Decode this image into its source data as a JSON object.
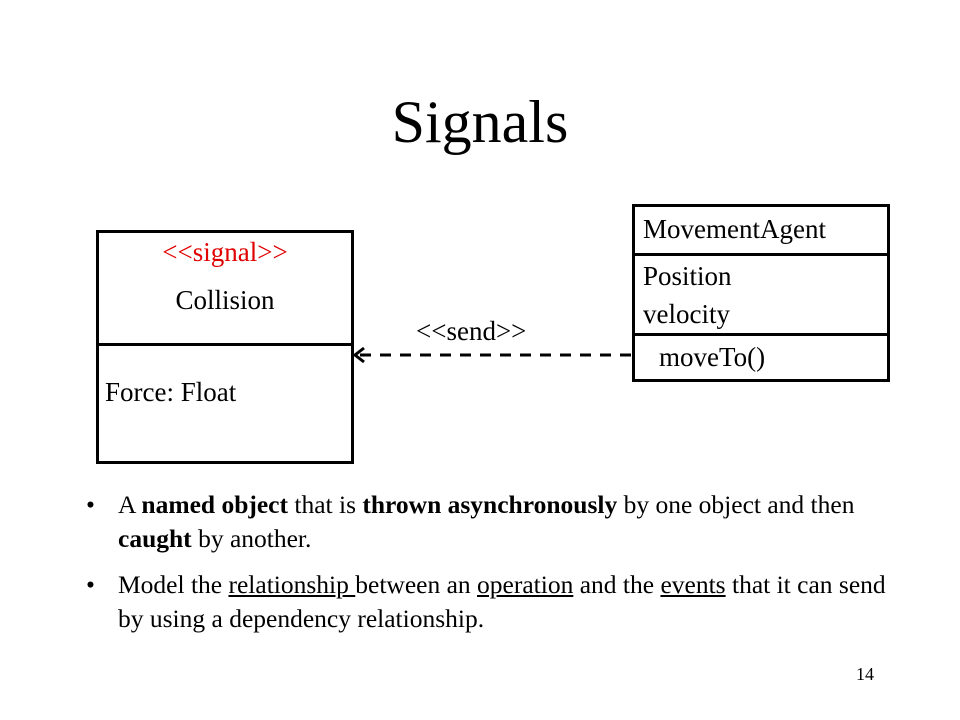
{
  "title": "Signals",
  "signal_class": {
    "stereotype": "<<signal>>",
    "stereotype_color": "#e00000",
    "name": "Collision",
    "attribute": "Force: Float"
  },
  "agent_class": {
    "name": "MovementAgent",
    "attributes": [
      "Position",
      "velocity"
    ],
    "operation": "moveTo()"
  },
  "dependency": {
    "label": "<<send>>",
    "style": "dashed arrow from MovementAgent to Collision"
  },
  "bullets": [
    {
      "segments": [
        {
          "text": "A ",
          "style": "normal"
        },
        {
          "text": "named object",
          "style": "bold"
        },
        {
          "text": " that is ",
          "style": "normal"
        },
        {
          "text": "thrown asynchronously",
          "style": "bold"
        },
        {
          "text": " by one object and then ",
          "style": "normal"
        },
        {
          "text": "caught",
          "style": "bold"
        },
        {
          "text": " by another.",
          "style": "normal"
        }
      ]
    },
    {
      "segments": [
        {
          "text": "Model the  ",
          "style": "normal"
        },
        {
          "text": "relationship ",
          "style": "underline"
        },
        {
          "text": "between an ",
          "style": "normal"
        },
        {
          "text": "operation",
          "style": "underline"
        },
        {
          "text": " and the ",
          "style": "normal"
        },
        {
          "text": "events",
          "style": "underline"
        },
        {
          "text": " that it can send by using a dependency relationship.",
          "style": "normal"
        }
      ]
    }
  ],
  "page_number": "14"
}
